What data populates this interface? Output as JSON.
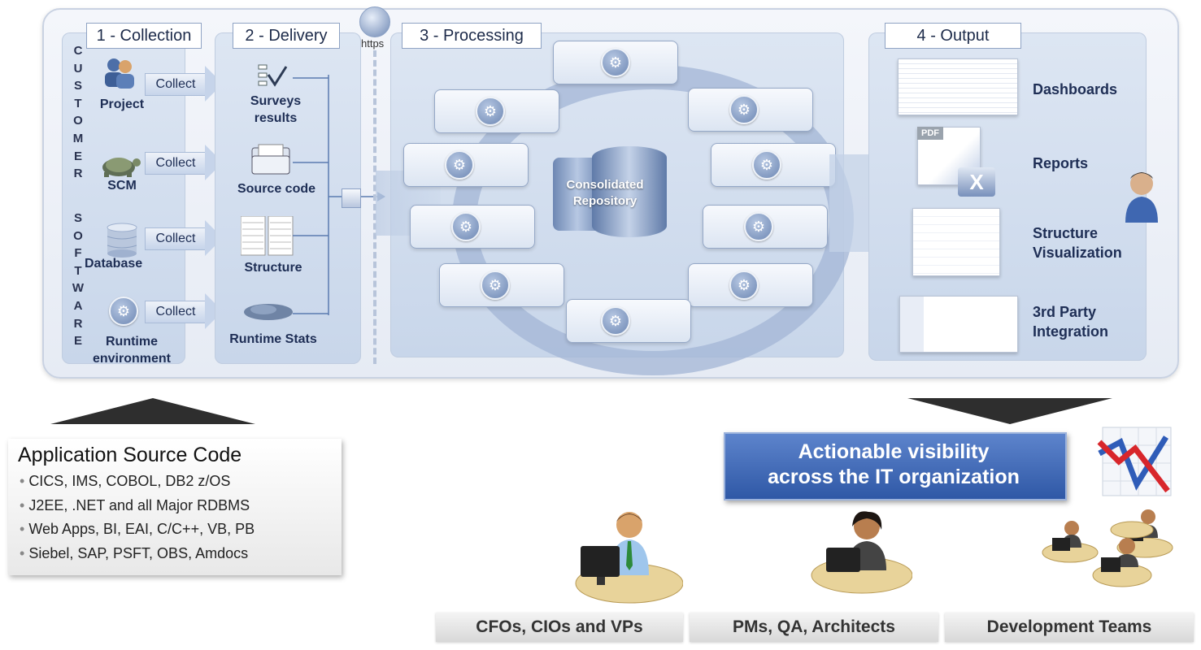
{
  "header": {
    "collection": "1 - Collection",
    "delivery": "2 - Delivery",
    "processing": "3 - Processing",
    "output": "4 -  Output"
  },
  "vertical_labels": {
    "customer": [
      "C",
      "U",
      "S",
      "T",
      "O",
      "M",
      "E",
      "R"
    ],
    "software": [
      "S",
      "O",
      "F",
      "T",
      "W",
      "A",
      "R",
      "E"
    ]
  },
  "sources": [
    {
      "label": "Project",
      "icon": "people-icon"
    },
    {
      "label": "SCM",
      "icon": "turtle-icon"
    },
    {
      "label": "Database",
      "icon": "database-icon"
    },
    {
      "label": "Runtime environment",
      "icon": "gears-icon"
    }
  ],
  "collect_label": "Collect",
  "deliveries": [
    {
      "label": "Surveys results",
      "icon": "checklist-icon"
    },
    {
      "label": "Source code",
      "icon": "folder-icon"
    },
    {
      "label": "Structure",
      "icon": "table-icon"
    },
    {
      "label": "Runtime Stats",
      "icon": "scatter-icon"
    }
  ],
  "https_label": "https",
  "repository_label": "Consolidated Repository",
  "outputs": [
    {
      "label": "Dashboards"
    },
    {
      "label": "Reports"
    },
    {
      "label": "Structure Visualization"
    },
    {
      "label": "3rd Party Integration"
    }
  ],
  "app_source": {
    "title": "Application Source Code",
    "items": [
      "CICS, IMS, COBOL, DB2 z/OS",
      "J2EE, .NET and all Major RDBMS",
      "Web Apps, BI, EAI, C/C++, VB, PB",
      "Siebel, SAP, PSFT, OBS, Amdocs"
    ]
  },
  "visibility": {
    "line1": "Actionable visibility",
    "line2": "across the IT organization"
  },
  "audiences": [
    {
      "label": "CFOs, CIOs and VPs"
    },
    {
      "label": "PMs, QA, Architects"
    },
    {
      "label": "Development Teams"
    }
  ],
  "colors": {
    "accent_blue": "#3d67b8",
    "panel_blue": "#c8d6ea",
    "dark_triangle": "#2e2e2e"
  }
}
